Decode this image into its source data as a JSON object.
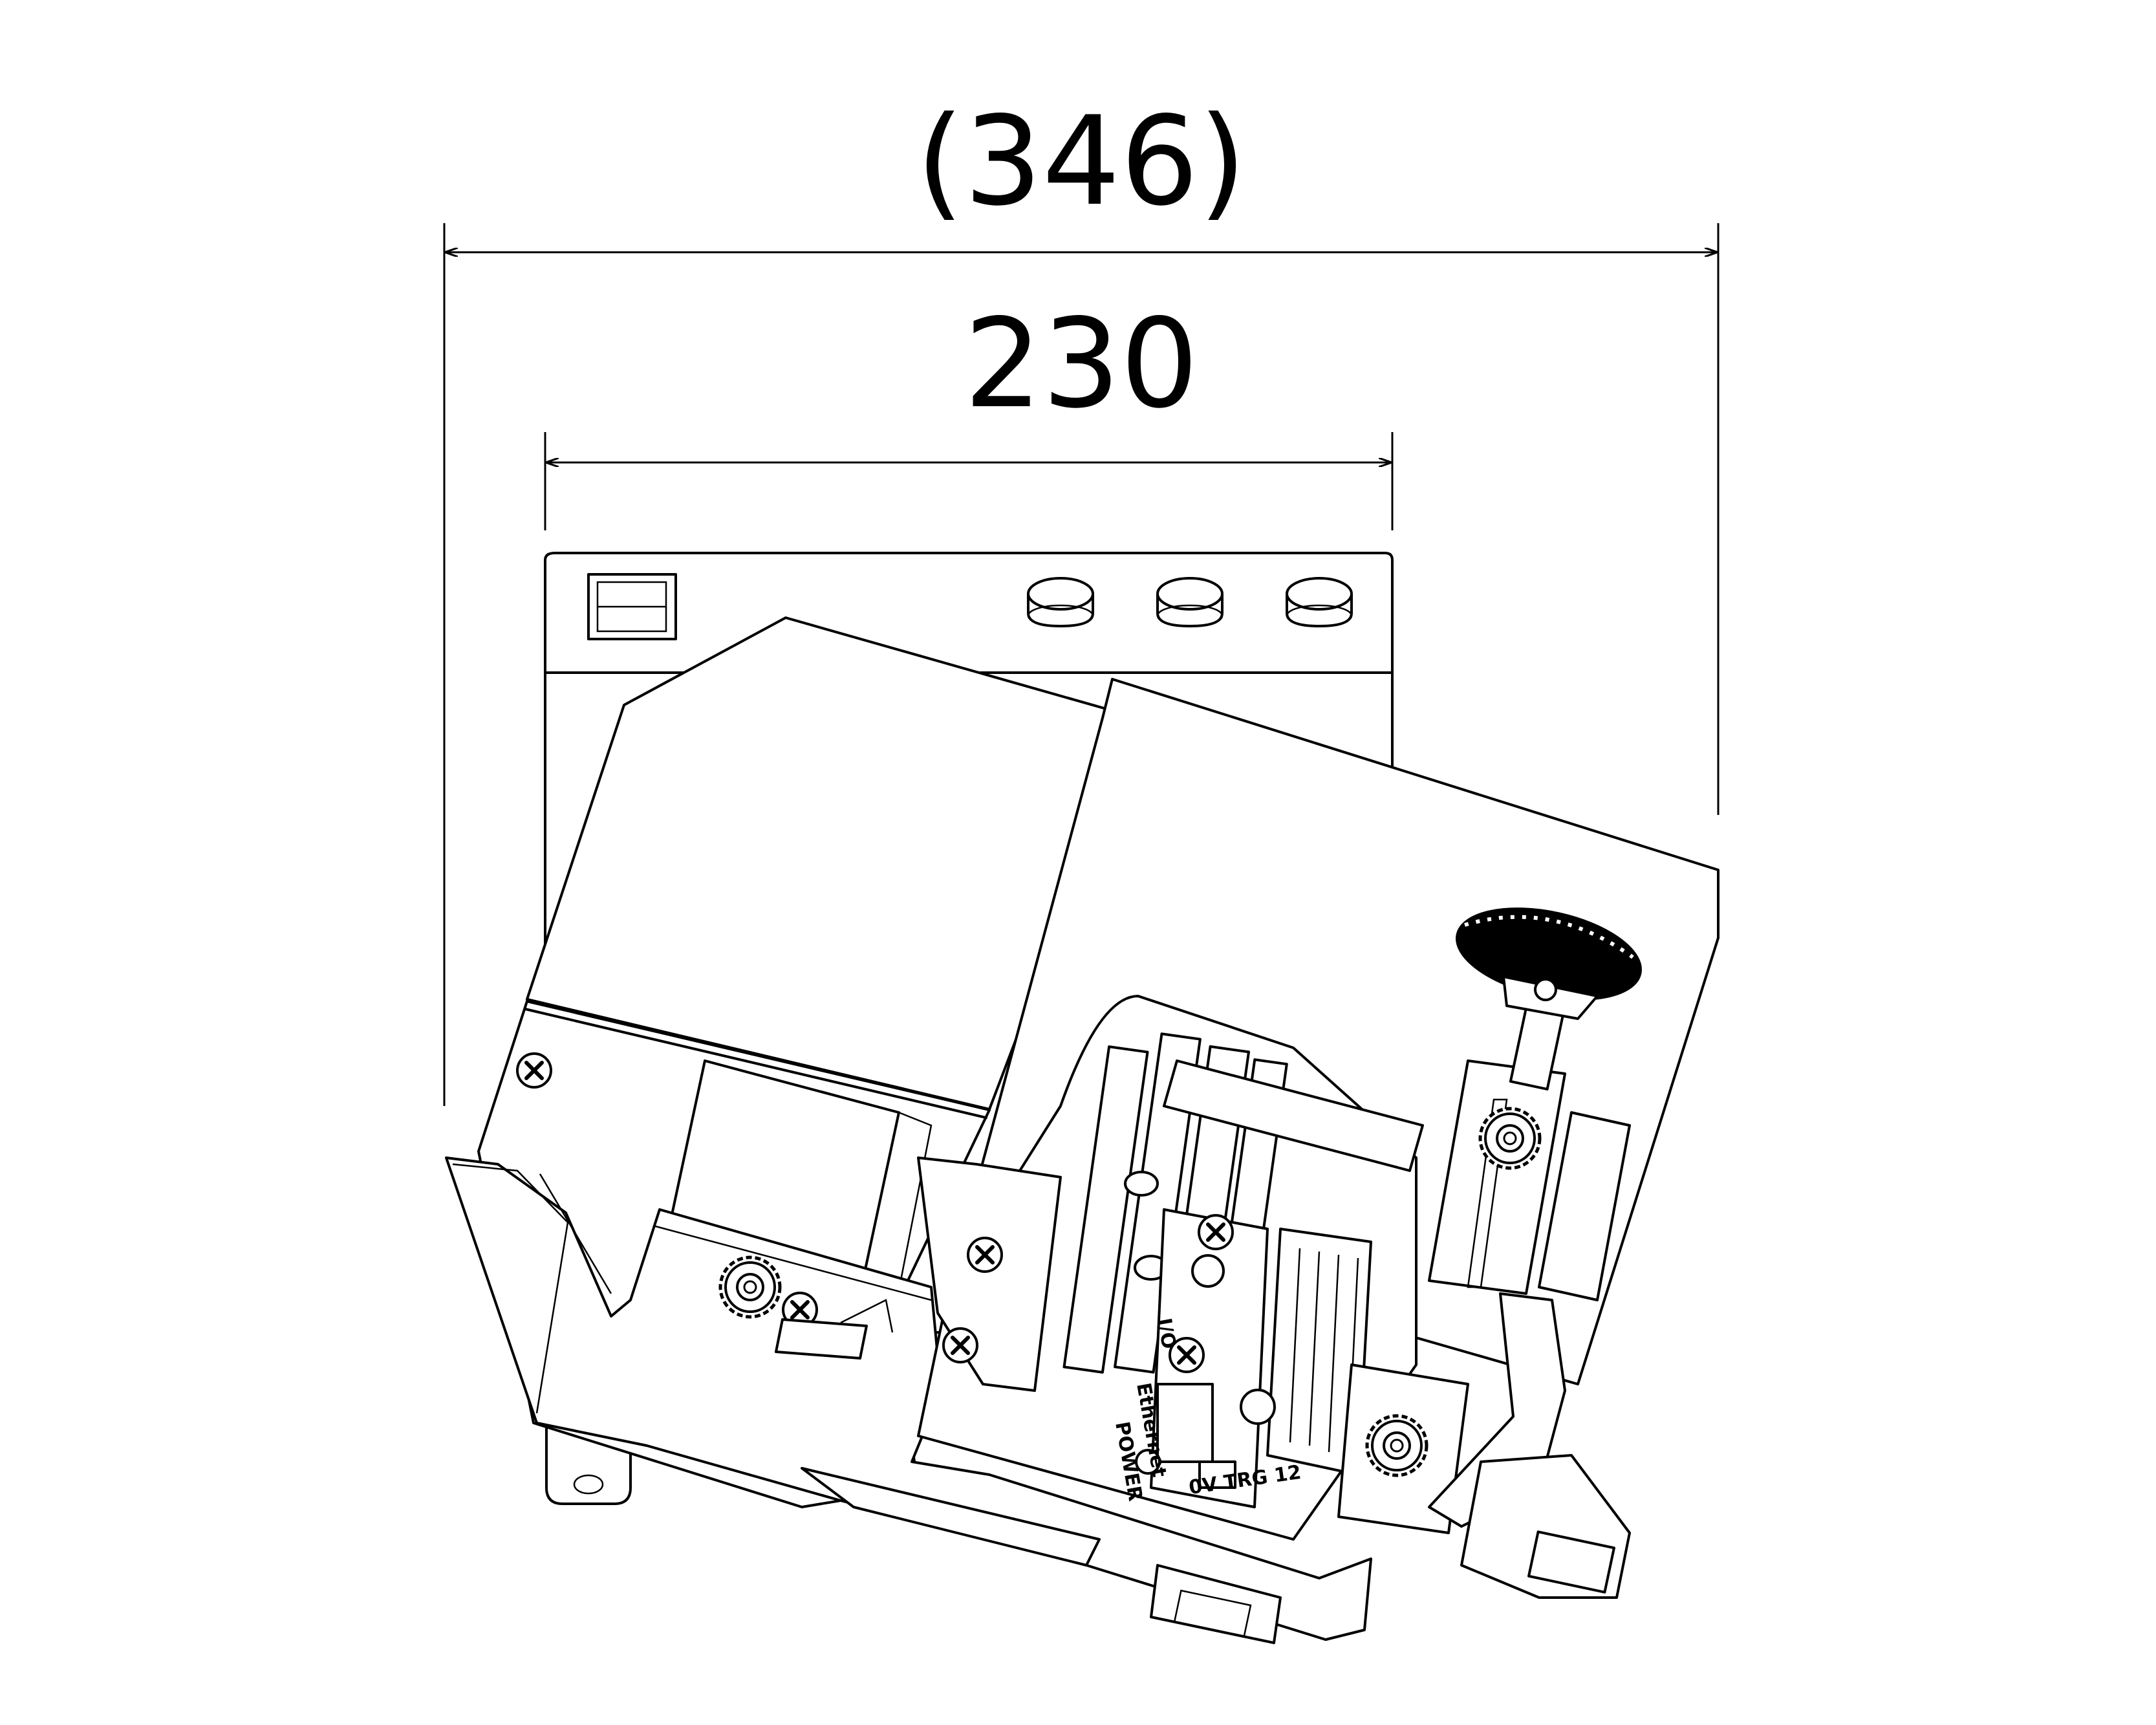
{
  "dimensions": {
    "overall_width": "(346)",
    "body_width": "230"
  },
  "panel_labels": {
    "power": "POWER",
    "ethernet": "Ethernet",
    "io": "I/O",
    "trigger": "0V TRG 12"
  },
  "colors": {
    "line": "#000000",
    "background": "#ffffff"
  },
  "icons": {
    "screw": "phillips-screw-icon",
    "knob": "knurled-knob-icon",
    "arrow": "dimension-arrowhead-icon"
  }
}
